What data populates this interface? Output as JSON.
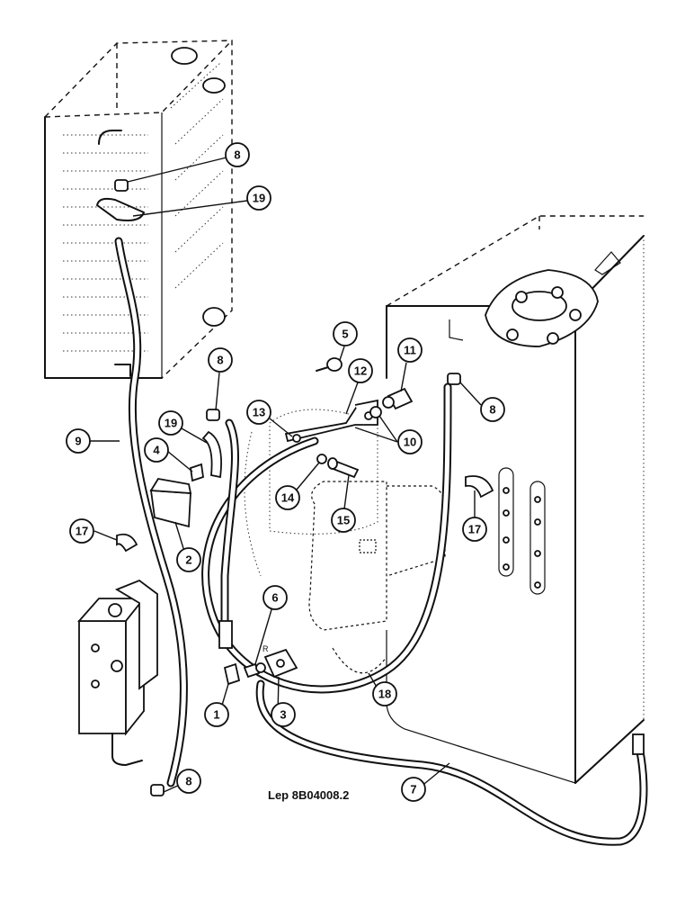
{
  "callouts": [
    {
      "label": "8"
    },
    {
      "label": "19"
    },
    {
      "label": "5"
    },
    {
      "label": "11"
    },
    {
      "label": "12"
    },
    {
      "label": "8"
    },
    {
      "label": "13"
    },
    {
      "label": "8"
    },
    {
      "label": "10"
    },
    {
      "label": "9"
    },
    {
      "label": "19"
    },
    {
      "label": "4"
    },
    {
      "label": "14"
    },
    {
      "label": "15"
    },
    {
      "label": "17"
    },
    {
      "label": "2"
    },
    {
      "label": "17"
    },
    {
      "label": "6"
    },
    {
      "label": "1"
    },
    {
      "label": "3"
    },
    {
      "label": "18"
    },
    {
      "label": "8"
    },
    {
      "label": "7"
    }
  ],
  "port_mark": "R",
  "reference": "Lep 8B04008.2"
}
